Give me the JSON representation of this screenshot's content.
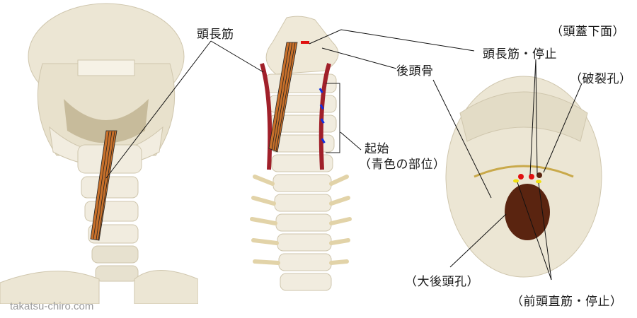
{
  "labels": {
    "longus_capitis": "頭長筋",
    "insertion": "頭長筋・停止",
    "occipital_bone": "後頭骨",
    "skull_base": "（頭蓋下面）",
    "foramen_lacerum": "（破裂孔）",
    "origin_line1": "起始",
    "origin_line2": "（青色の部位）",
    "foramen_magnum": "（大後頭孔）",
    "rectus_capitis_anterior": "（前頭直筋・停止）"
  },
  "watermark": "takatsu-chiro.com",
  "colors": {
    "muscle": "#c8702a",
    "artery": "#a0202a",
    "bone": "#efe9d8",
    "insertion_marker": "#e01010",
    "origin_marker": "#1030e0",
    "yellow_marker": "#f0e010",
    "foramen": "#5a2410"
  }
}
